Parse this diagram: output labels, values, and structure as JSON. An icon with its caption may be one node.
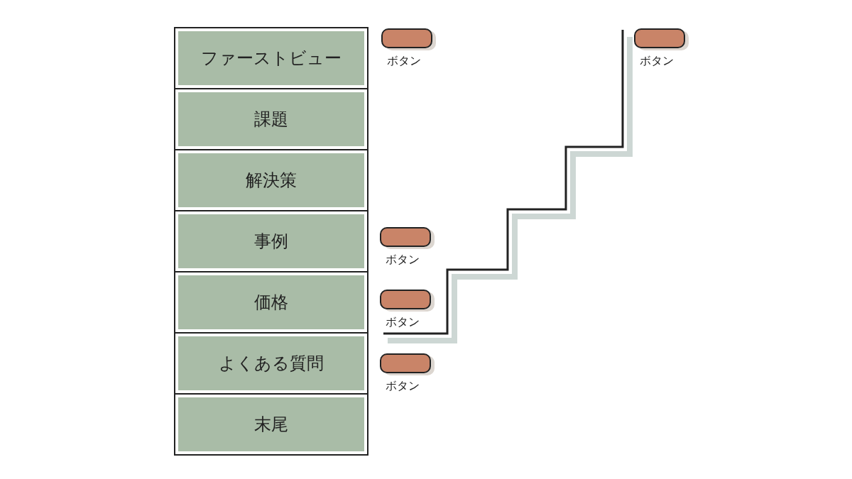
{
  "diagram": {
    "nodes": [
      {
        "text": [
          "ファーストビュー"
        ]
      },
      {
        "text": [
          "課題"
        ]
      },
      {
        "text": [
          "解決策"
        ]
      },
      {
        "text": [
          "事例"
        ]
      },
      {
        "text": [
          "価格"
        ]
      },
      {
        "text": [
          "よくある質問"
        ]
      },
      {
        "text": [
          "末尾"
        ]
      },
      {
        "text": [
          "ボタン"
        ]
      },
      {
        "text": [
          "ボタン"
        ]
      },
      {
        "text": [
          "ボタン"
        ]
      },
      {
        "text": [
          "ボタン"
        ]
      },
      {
        "text": [
          "ボタン"
        ]
      }
    ]
  }
}
